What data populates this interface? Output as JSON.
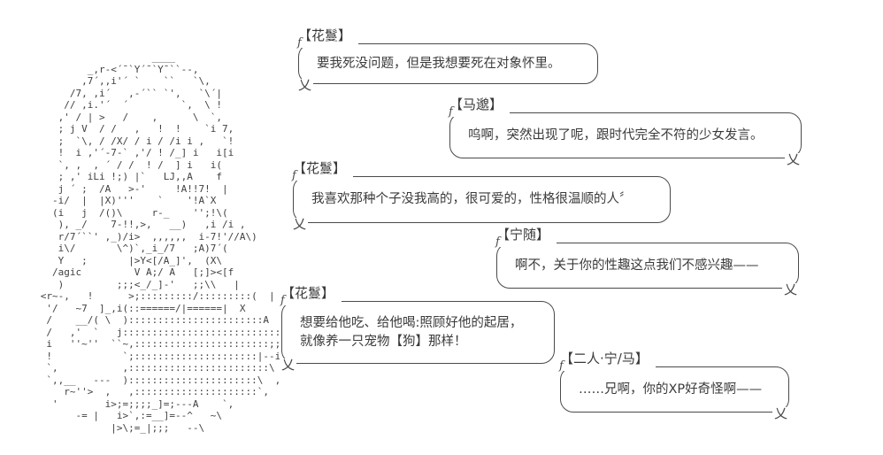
{
  "scene": {
    "background_color": "#ffffff",
    "ink_color": "#3a3a3a",
    "bubble_border_color": "#4a4a4a"
  },
  "ascii_art": {
    "lines": [
      "                         ____",
      "              _,r-<´¯`Y´¯`Y¯``--,",
      "             ,7´,,i'´ `    ``   `\\,",
      "           /7, ,i´   ,-´`` `',   `\\´|",
      "          // ,i.'´  ´         `,  \\ !",
      "         ,' / | >   /    ,      \\  `,",
      "         ; j V  / /   ,   !  !    `i 7,",
      "         ;  `\\, / /X/ / i / /i i ,   `!",
      "         !  i ,'´-7-` ,'/ ! /_] i   i[i",
      "         `, ,  , ´ / /  ! /  ] i   i(",
      "         ; ,' iLi !;) |`   LJ,,A    f",
      "         j ´ ;  /A   >-'     !A!!7!  |",
      "        -i/  |  |X)'''    `    '!A`X",
      "        (i   j  /()\\     r-_    '';!\\(",
      "         ), _/    7-!!,>,   __)   ,i /i ,",
      "         r/7´``' ,_)/i>  ,,,,,,  i-7!'//A\\)",
      "         i\\/       \\^)`,_i_/7   ;A)7´(",
      "         Y   ;       |>Y<[/A_]',  (X\\",
      "        /agic         V A;/ A   [;]><[f",
      "         )         ;;;<_/_]-'   ;;\\\\   |",
      "      <r~-,   !      >;:::::::::/:::::::::(  |",
      "       '/   ~7  ]_,i(::======/|======|  X",
      "       /    __/( \\  ):::::::::::::::::::::::A    >",
      "       /   ,'  `   j::::::::::::::::::::::::::::|",
      "       i   ''~''  ``~,:::::::::::::::::::::::;;7",
      "       !            `;:::::::::::::::::::::|--i",
      "       `,           ,::::::::::::::::::::::::\\",
      "       `,,__   ---  )::::::::::::::::::::::\\  ,",
      "          r~''>  ,   ,:::::::::::::::::::::`,",
      "        '        i>;=;;;;_]=;---A    `,",
      "            -= |   i>`,:=__]=--^   ~\\",
      "                  |>\\;=_|;;;   --\\"
    ]
  },
  "bubble_glyphs": {
    "corner": "f",
    "tail": "乂"
  },
  "dialogue": [
    {
      "speaker": "【花鬘】",
      "line1": "要我死没问题，但是我想要死在对象怀里。"
    },
    {
      "speaker": "【马邈】",
      "line1": "呜啊，突然出现了呢，跟时代完全不符的少女发言。"
    },
    {
      "speaker": "【花鬘】",
      "line1": "我喜欢那种个子没我高的，很可爱的，性格很温顺的人〞"
    },
    {
      "speaker": "【宁随】",
      "line1": "啊不，关于你的性趣这点我们不感兴趣——"
    },
    {
      "speaker": "【花鬘】",
      "line1": "想要给他吃、给他喝:照顾好他的起居，",
      "line2": "就像养一只宠物【狗】那样！"
    },
    {
      "speaker": "【二人·宁/马】",
      "line1": "……兄啊，你的XP好奇怪啊——"
    }
  ]
}
